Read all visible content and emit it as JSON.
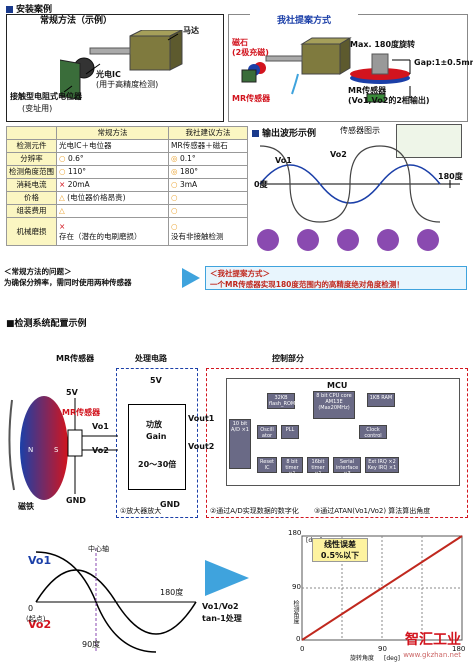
{
  "top": {
    "section_title": "安装案例",
    "left_title": "常规方法（示例）",
    "motor": "马达",
    "photo_ic": "光电IC",
    "photo_ic_note": "(用于高精度检测)",
    "pot": "接触型电阻式电位器",
    "pot_note": "(变址用)",
    "right_title": "我社提案方式",
    "magnet": "磁石",
    "magnet_note": "(2极充磁)",
    "mr_sensor": "MR传感器",
    "max_rotation": "Max. 180度旋转",
    "gap": "Gap:1±0.5mm",
    "mr_sensor2": "MR传感器",
    "mr_sensor2_note": "(Vo1,Vo2的2相输出)"
  },
  "table": {
    "headers": [
      "",
      "常规方法",
      "我社建议方法"
    ],
    "rows": [
      {
        "label": "检测元件",
        "a": "光电IC＋电位器",
        "b": "MR传感器＋磁石"
      },
      {
        "label": "分辨率",
        "a_mark": "○",
        "a": "0.6°",
        "b_mark": "◎",
        "b": "0.1°"
      },
      {
        "label": "检测角度范围",
        "a_mark": "○",
        "a": "110°",
        "b_mark": "◎",
        "b": "180°"
      },
      {
        "label": "消耗电流",
        "a_mark": "×",
        "a": "20mA",
        "b_mark": "○",
        "b": "3mA"
      },
      {
        "label": "价格",
        "a_mark": "△",
        "a": "(电位器价格昂贵)",
        "b_mark": "○",
        "b": ""
      },
      {
        "label": "组装费用",
        "a_mark": "△",
        "a": "",
        "b_mark": "○",
        "b": ""
      },
      {
        "label": "机械磨损",
        "a_mark": "×",
        "a": "存在（潜在的电刷磨损）",
        "b_mark": "○",
        "b": "没有非接触检测"
      }
    ]
  },
  "waveform": {
    "title": "输出波形示例",
    "sensor_diagram": "传感器图示",
    "vo1": "Vo1",
    "vo2": "Vo2",
    "zero_deg": "0度",
    "deg180": "180度"
  },
  "problem_bar": {
    "line1": "＜常规方法的问题＞",
    "line2": "为确保分辨率，需同时使用两种传感器"
  },
  "proposal_bar": {
    "line1": "＜我社提案方式＞",
    "line2": "一个MR传感器实现180度范围内的高精度绝对角度检测！"
  },
  "system": {
    "section_title": "■检测系统配置示例",
    "mr_sensor": "MR传感器",
    "processing": "处理电路",
    "control": "控制部分",
    "v5a": "5V",
    "v5b": "5V",
    "mr_sensor_red": "MR传感器",
    "vo1": "Vo1",
    "vo2": "Vo2",
    "gnd1": "GND",
    "gnd2": "GND",
    "amp": "功放",
    "gain": "Gain",
    "gain_range": "20～30倍",
    "vout1": "Vout1",
    "vout2": "Vout2",
    "magnet": "磁铁",
    "step1": "①放大器放大",
    "step2": "②通过A/D实现数据的数字化",
    "step3": "③通过ATAN(Vo1/Vo2) 算法算出角度",
    "mcu": "MCU",
    "mcu_blocks": {
      "flash": "32KB flash_ROM",
      "cpu": "8 bit CPU core AM13E (Max20MHz)",
      "ram": "1KB RAM",
      "adc": "10 bit A/D ×1",
      "osc": "Oscill ator",
      "pll": "PLL",
      "clock": "Clock control",
      "reset": "Reset IC",
      "timer8": "8 bit timer ×1",
      "timer16": "16bit timer ×1",
      "serial": "Serial interface ×3",
      "irq": "Ext IRQ ×2 Key IRQ ×1"
    }
  },
  "bottom": {
    "vo1": "Vo1",
    "vo2": "Vo2",
    "center_axis": "中心轴",
    "zero": "0",
    "start": "(起点)",
    "deg90": "90度",
    "deg180": "180度",
    "process_line1": "Vo1/Vo2",
    "process_line2": "tan-1处理",
    "linearity_title": "线性误差",
    "linearity_value": "0.5%以下",
    "y_unit": "[deg]",
    "y_label": "检测角度",
    "x_label": "旋转角度",
    "x_unit": "[deg]",
    "y_ticks": [
      "180",
      "90",
      "0"
    ],
    "x_ticks": [
      "0",
      "90",
      "180"
    ]
  },
  "watermark": {
    "brand": "智汇工业",
    "url": "www.gkzhan.net"
  }
}
